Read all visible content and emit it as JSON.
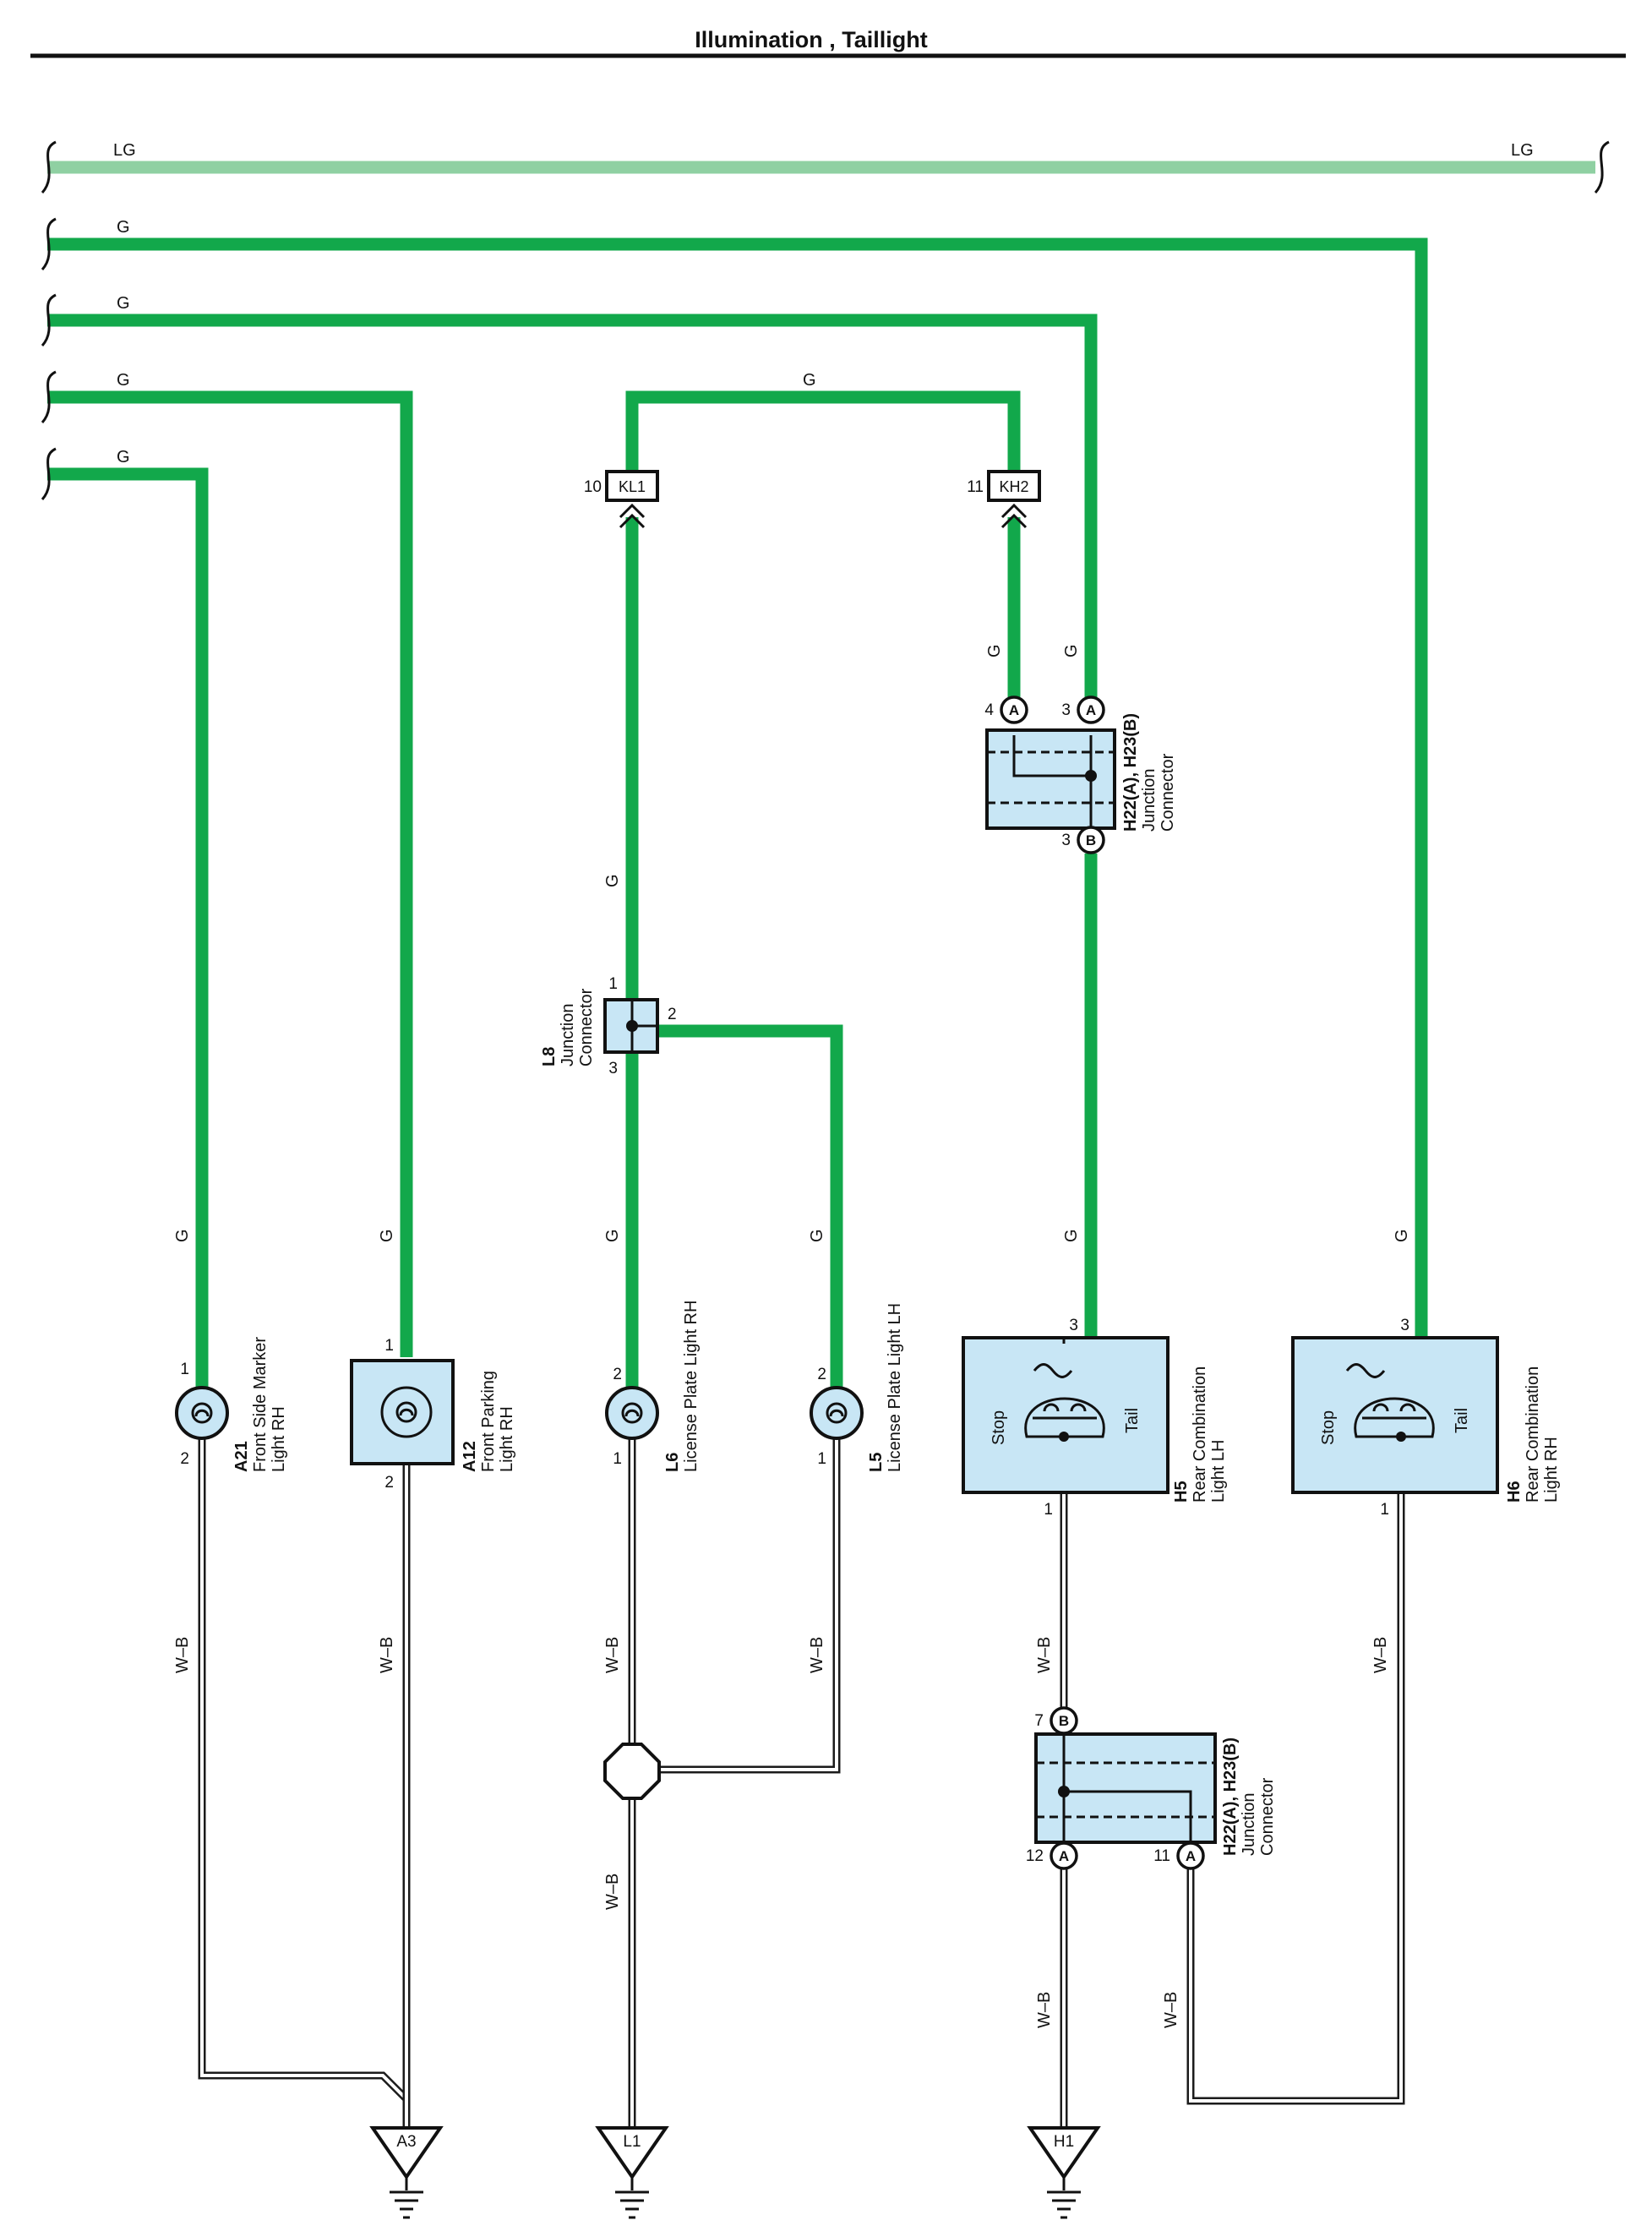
{
  "title": "Illumination , Taillight",
  "wire_colors": {
    "G": "#12a84b",
    "LG": "#8fd0a2",
    "W-B": "#1b1b1b"
  },
  "wire_labels": {
    "LG": "LG",
    "G": "G",
    "WB": "W–B"
  },
  "connectors": {
    "kl1": {
      "pin": "10",
      "name": "KL1"
    },
    "kh2": {
      "pin": "11",
      "name": "KH2"
    }
  },
  "junction_h22_top": {
    "code": "H22(A), H23(B)",
    "name": [
      "Junction",
      "Connector"
    ],
    "pins": [
      {
        "num": "4",
        "term": "A"
      },
      {
        "num": "3",
        "term": "A"
      },
      {
        "num": "3",
        "term": "B"
      }
    ]
  },
  "junction_h22_bottom": {
    "code": "H22(A), H23(B)",
    "name": [
      "Junction",
      "Connector"
    ],
    "pins": [
      {
        "num": "7",
        "term": "B"
      },
      {
        "num": "12",
        "term": "A"
      },
      {
        "num": "11",
        "term": "A"
      }
    ]
  },
  "junction_l8": {
    "code": "L8",
    "name": [
      "Junction",
      "Connector"
    ],
    "pins": [
      "1",
      "2",
      "3"
    ]
  },
  "components": {
    "a21": {
      "code": "A21",
      "name": [
        "Front Side Marker",
        "Light RH"
      ],
      "pin_top": "1",
      "pin_bottom": "2"
    },
    "a12": {
      "code": "A12",
      "name": [
        "Front Parking",
        "Light RH"
      ],
      "pin_top": "1",
      "pin_bottom": "2"
    },
    "l6": {
      "code": "L6",
      "name": [
        "License Plate Light RH"
      ],
      "pin_top": "2",
      "pin_bottom": "1"
    },
    "l5": {
      "code": "L5",
      "name": [
        "License Plate Light LH"
      ],
      "pin_top": "2",
      "pin_bottom": "1"
    },
    "h5": {
      "code": "H5",
      "name": [
        "Rear Combination",
        "Light LH"
      ],
      "pin_top": "3",
      "pin_bottom": "1",
      "stop": "Stop",
      "tail": "Tail"
    },
    "h6": {
      "code": "H6",
      "name": [
        "Rear Combination",
        "Light RH"
      ],
      "pin_top": "3",
      "pin_bottom": "1",
      "stop": "Stop",
      "tail": "Tail"
    }
  },
  "grounds": [
    "A3",
    "L1",
    "H1"
  ]
}
